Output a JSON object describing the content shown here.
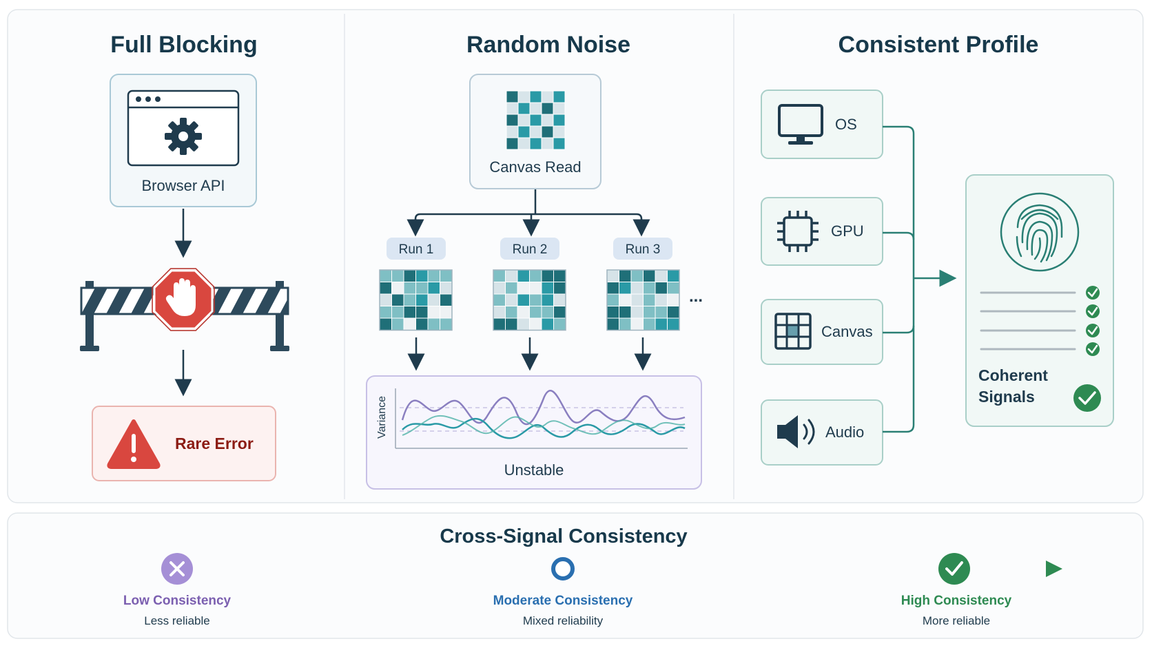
{
  "panels": {
    "full_blocking": {
      "title": "Full Blocking",
      "api_label": "Browser API",
      "error_label": "Rare Error"
    },
    "random_noise": {
      "title": "Random Noise",
      "canvas_label": "Canvas Read",
      "runs": [
        "Run 1",
        "Run 2",
        "Run 3"
      ],
      "more": "...",
      "chart_axis": "Variance",
      "chart_caption": "Unstable"
    },
    "consistent_profile": {
      "title": "Consistent Profile",
      "signals": [
        "OS",
        "GPU",
        "Canvas",
        "Audio"
      ],
      "result_line1": "Coherent",
      "result_line2": "Signals"
    }
  },
  "scale": {
    "title": "Cross-Signal Consistency",
    "levels": [
      {
        "label": "Low Consistency",
        "sub": "Less reliable",
        "color": "#7b5fb0"
      },
      {
        "label": "Moderate Consistency",
        "sub": "Mixed reliability",
        "color": "#2a6fb0"
      },
      {
        "label": "High Consistency",
        "sub": "More reliable",
        "color": "#2e8a52"
      }
    ]
  },
  "colors": {
    "teal": "#2a8a8a",
    "navy": "#1f3b4d",
    "stop_red": "#d9473f",
    "error_red": "#8c1c14",
    "panel_border": "#dde3e8",
    "card_border": "#a9cfc8"
  }
}
